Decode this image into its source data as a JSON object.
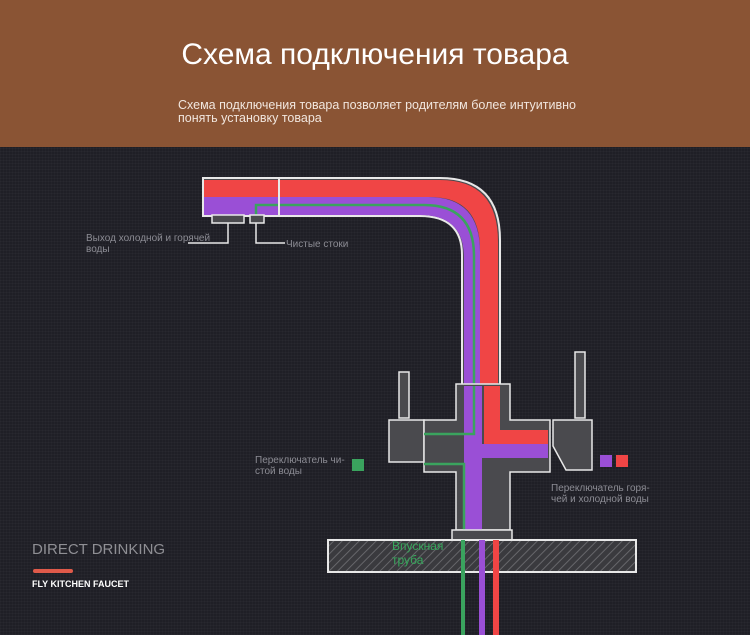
{
  "header": {
    "title": "Схема подключения товара",
    "subtitle": "Схема подключения товара позволяет родителям более интуитивно понять установку товара"
  },
  "labels": {
    "outlet": "Выход холодной и горячей воды",
    "clean_drain": "Чистые стоки",
    "pure_switch": "Переключатель чи-стой воды",
    "hotcold_switch": "Переключатель горя-чей и холодной воды",
    "inlet": "Впускная труба"
  },
  "brand": {
    "name": "DIRECT DRINKING",
    "product": "FLY KITCHEN FAUCET"
  },
  "colors": {
    "header_bg": "#8a5434",
    "hot": "#f04545",
    "mixed": "#9a4fd6",
    "pure": "#3aa35e",
    "body": "#4a4a4e"
  }
}
